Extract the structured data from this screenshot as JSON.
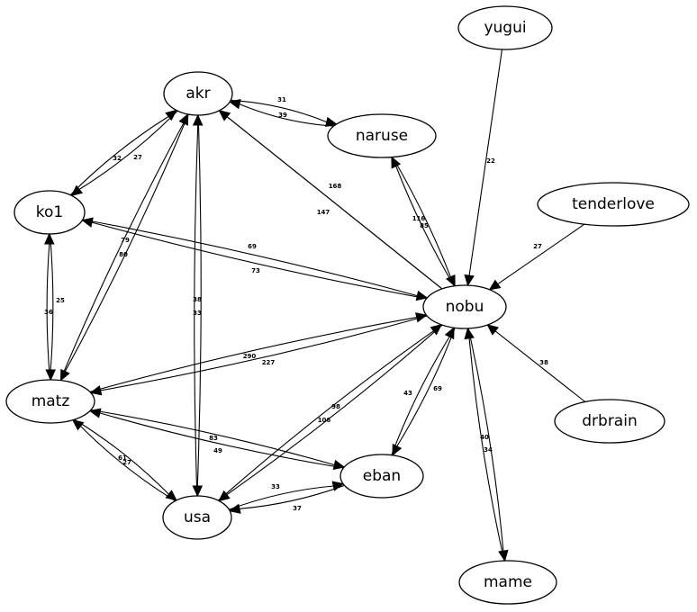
{
  "graph": {
    "nodes": [
      {
        "id": "yugui",
        "label": "yugui"
      },
      {
        "id": "akr",
        "label": "akr"
      },
      {
        "id": "naruse",
        "label": "naruse"
      },
      {
        "id": "tenderlove",
        "label": "tenderlove"
      },
      {
        "id": "ko1",
        "label": "ko1"
      },
      {
        "id": "nobu",
        "label": "nobu"
      },
      {
        "id": "matz",
        "label": "matz"
      },
      {
        "id": "drbrain",
        "label": "drbrain"
      },
      {
        "id": "eban",
        "label": "eban"
      },
      {
        "id": "usa",
        "label": "usa"
      },
      {
        "id": "mame",
        "label": "mame"
      }
    ],
    "edges": [
      {
        "from": "akr",
        "to": "naruse",
        "label": "31"
      },
      {
        "from": "naruse",
        "to": "akr",
        "label": "39"
      },
      {
        "from": "ko1",
        "to": "akr",
        "label": "32"
      },
      {
        "from": "akr",
        "to": "ko1",
        "label": "27"
      },
      {
        "from": "nobu",
        "to": "akr",
        "label": "168"
      },
      {
        "from": "nobu",
        "to": "akr",
        "label": "147"
      },
      {
        "from": "nobu",
        "to": "naruse",
        "label": "116"
      },
      {
        "from": "naruse",
        "to": "nobu",
        "label": "85"
      },
      {
        "from": "yugui",
        "to": "nobu",
        "label": "22"
      },
      {
        "from": "tenderlove",
        "to": "nobu",
        "label": "27"
      },
      {
        "from": "ko1",
        "to": "nobu",
        "label": "69"
      },
      {
        "from": "nobu",
        "to": "ko1",
        "label": "73"
      },
      {
        "from": "matz",
        "to": "akr",
        "label": "79"
      },
      {
        "from": "akr",
        "to": "matz",
        "label": "80"
      },
      {
        "from": "ko1",
        "to": "matz",
        "label": "25"
      },
      {
        "from": "matz",
        "to": "ko1",
        "label": "36"
      },
      {
        "from": "usa",
        "to": "akr",
        "label": "38"
      },
      {
        "from": "akr",
        "to": "usa",
        "label": "33"
      },
      {
        "from": "matz",
        "to": "nobu",
        "label": "290"
      },
      {
        "from": "nobu",
        "to": "matz",
        "label": "227"
      },
      {
        "from": "drbrain",
        "to": "nobu",
        "label": "38"
      },
      {
        "from": "usa",
        "to": "nobu",
        "label": "98"
      },
      {
        "from": "nobu",
        "to": "usa",
        "label": "106"
      },
      {
        "from": "eban",
        "to": "nobu",
        "label": "43"
      },
      {
        "from": "nobu",
        "to": "eban",
        "label": "69"
      },
      {
        "from": "matz",
        "to": "eban",
        "label": "83"
      },
      {
        "from": "eban",
        "to": "matz",
        "label": "49"
      },
      {
        "from": "usa",
        "to": "matz",
        "label": "61"
      },
      {
        "from": "matz",
        "to": "usa",
        "label": "27"
      },
      {
        "from": "usa",
        "to": "eban",
        "label": "33"
      },
      {
        "from": "eban",
        "to": "usa",
        "label": "37"
      },
      {
        "from": "mame",
        "to": "nobu",
        "label": "40"
      },
      {
        "from": "nobu",
        "to": "mame",
        "label": "34"
      }
    ]
  }
}
